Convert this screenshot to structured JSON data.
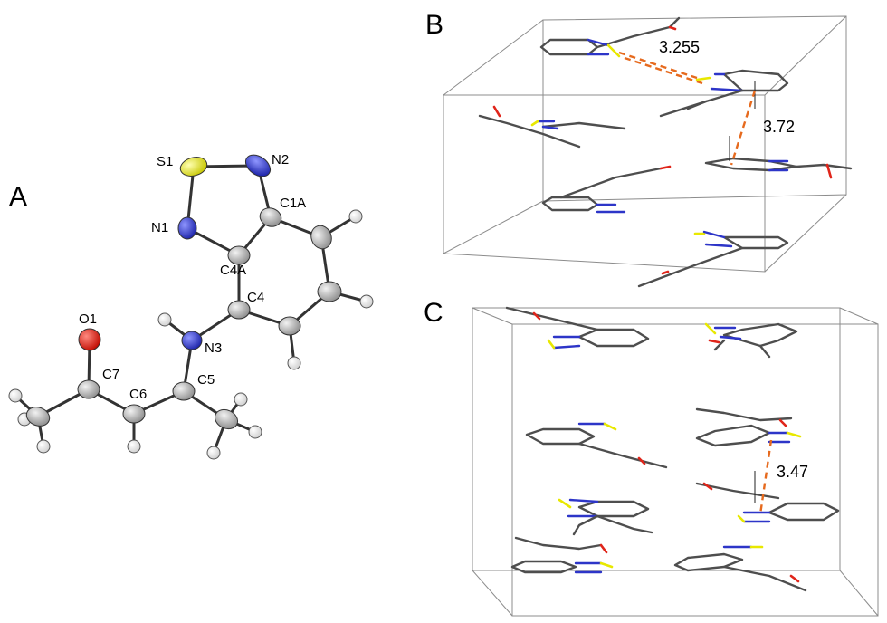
{
  "panels": {
    "a": "A",
    "b": "B",
    "c": "C"
  },
  "atoms": {
    "s1": "S1",
    "n2": "N2",
    "c1a": "C1A",
    "n1": "N1",
    "c4a": "C4A",
    "c4": "C4",
    "o1": "O1",
    "n3": "N3",
    "c7": "C7",
    "c6": "C6",
    "c5": "C5"
  },
  "distances": {
    "b_ss": "3.255",
    "b_stack": "3.72",
    "c_stack": "3.47"
  },
  "colors": {
    "carbon": "#b4b4b4",
    "nitrogen": "#2d35c8",
    "sulfur": "#e8e800",
    "oxygen": "#e0251a",
    "hydrogen": "#ffffff",
    "contact": "#e66a1e"
  }
}
